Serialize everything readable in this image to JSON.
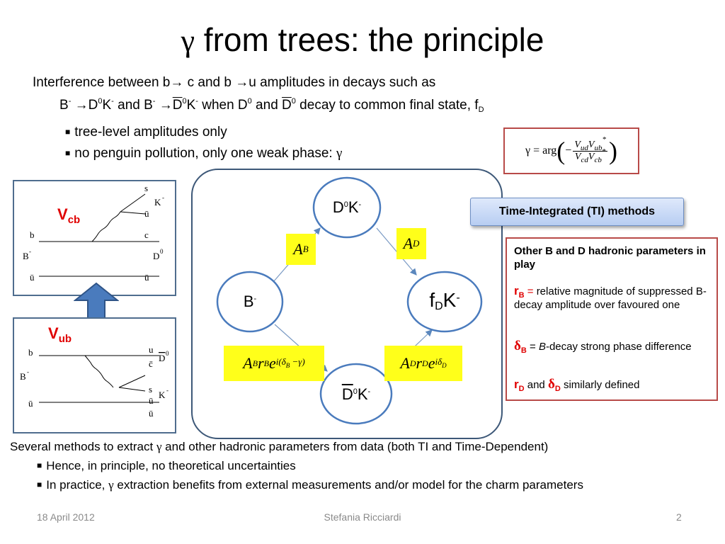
{
  "title": {
    "gamma": "γ",
    "text": " from trees: the principle"
  },
  "intro": {
    "line1": "Interference between b→ c and b →u amplitudes in decays such as",
    "line2": {
      "b": "B",
      "sup_minus": "-",
      "arrow": " →D",
      "d0sup": "0",
      "k": "K",
      "and": " and  B",
      "arrow2": " →",
      "dbar": "D",
      "d0sup2": "0",
      "k2": "K",
      "when": "  when D",
      "d0sup3": "0",
      "and2": " and ",
      "dbar2": "D",
      "d0sup4": "0",
      "tail": " decay to common final state, f",
      "fsub": "D"
    }
  },
  "bullets": [
    {
      "marker": "■",
      "text": "tree-level amplitudes only"
    },
    {
      "marker": "■",
      "text": "no penguin pollution, only one weak phase: ",
      "gamma": "γ"
    }
  ],
  "gamma_formula": {
    "lhs": "γ = arg",
    "minus": "−",
    "num": "V",
    "num_sub1": "ud",
    "num2": "V",
    "num_sub2": "ub",
    "num_star": "*",
    "den": "V",
    "den_sub1": "cd",
    "den2": "V",
    "den_sub2": "cb",
    "den_star": "*"
  },
  "feynman_top": {
    "label_main": "V",
    "label_sub": "cb",
    "quarks": {
      "s": "s",
      "ubar_top": "ū",
      "b": "b",
      "c": "c",
      "ubar_bot": "ū"
    },
    "mesons": {
      "k": "K",
      "k_sup": "-",
      "b": "B",
      "b_sup": "-",
      "d": "D",
      "d_sup": "0"
    }
  },
  "feynman_bottom": {
    "label_main": "V",
    "label_sub": "ub",
    "quarks": {
      "b": "b",
      "u": "u",
      "cbar": "c̄",
      "s": "s",
      "ubar_mid": "ū",
      "ubar_bot": "ū"
    },
    "mesons": {
      "b": "B",
      "b_sup": "-",
      "d": "D",
      "d_sup": "0",
      "k": "K",
      "k_sup": "-"
    }
  },
  "diagram": {
    "node_top": {
      "main": "D",
      "sup": "0",
      "k": "K",
      "ksup": "-"
    },
    "node_left": {
      "main": "B",
      "sup": "-"
    },
    "node_right": {
      "f": "f",
      "fsub": "D",
      "k": "K",
      "ksup": "-"
    },
    "node_bottom": {
      "main": "D",
      "sup": "0",
      "k": "K",
      "ksup": "-"
    },
    "amp_AB": {
      "a": "A",
      "sub": "B"
    },
    "amp_AD": {
      "a": "A",
      "sub": "D"
    },
    "amp_ABrB": {
      "a": "A",
      "asub": "B",
      "r": "r",
      "rsub": "B",
      "e": "e",
      "exp": "i(δ",
      "expsub": "B",
      "exp2": " −γ)"
    },
    "amp_ADrD": {
      "a": "A",
      "asub": "D",
      "r": "r",
      "rsub": "D",
      "e": "e",
      "exp": "iδ",
      "expsub": "D"
    },
    "highlight_color": "#ffff1a",
    "node_stroke": "#5b87bd"
  },
  "ti_callout": "Time-Integrated (TI) methods",
  "params": {
    "header": "Other B and D hadronic parameters in play",
    "rB_sym": "r",
    "rB_sub": "B",
    "rB_eq": " = ",
    "rB_text": "relative magnitude of suppressed B-decay amplitude over favoured one",
    "dB_sym": "δ",
    "dB_sub": "B",
    "dB_eq": " = ",
    "dB_italic": "B",
    "dB_text": "-decay strong phase difference",
    "rD_sym": "r",
    "rD_sub": "D",
    "rD_and": " and ",
    "dD_sym": "δ",
    "dD_sub": "D",
    "rD_text": " similarly defined"
  },
  "bottom": {
    "line1a": "Several methods to extract ",
    "gamma": "γ",
    "line1b": " and other hadronic parameters from data  (both TI and Time-Dependent)",
    "b2_marker": "■",
    "b2": "Hence, in principle, no theoretical uncertainties",
    "b3_marker": "■",
    "b3a": "In practice, ",
    "b3gamma": "γ",
    "b3b": " extraction benefits  from external measurements and/or model for the charm parameters"
  },
  "footer": {
    "date": "18 April 2012",
    "author": "Stefania Ricciardi",
    "page": "2"
  }
}
